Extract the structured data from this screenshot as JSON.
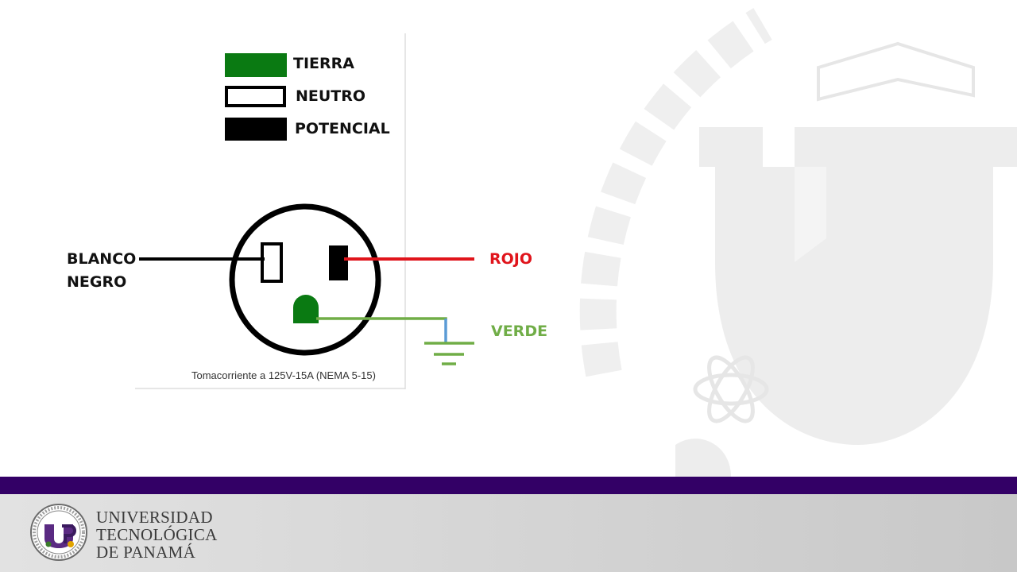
{
  "legend": {
    "items": [
      {
        "label": "TIERRA",
        "swatch": "#0a7a12"
      },
      {
        "label": "NEUTRO",
        "swatch": "#ffffff"
      },
      {
        "label": "POTENCIAL",
        "swatch": "#000000"
      }
    ]
  },
  "wires": {
    "left_line1": "BLANCO",
    "left_line2": "NEGRO",
    "hot": "ROJO",
    "ground": "VERDE"
  },
  "caption": "Tomacorriente a 125V-15A (NEMA 5-15)",
  "colors": {
    "ground_green": "#0a7a12",
    "hot_red": "#e0141b",
    "ground_wire": "#70ad47",
    "ground_symbol": "#5b9bd5",
    "footer_band": "#330066",
    "footer_gray": "#cfcfcf",
    "watermark": "#ececec"
  },
  "footer": {
    "org_line1": "UNIVERSIDAD",
    "org_line2": "TECNOLÓGICA",
    "org_line3": "DE PANAMÁ"
  }
}
